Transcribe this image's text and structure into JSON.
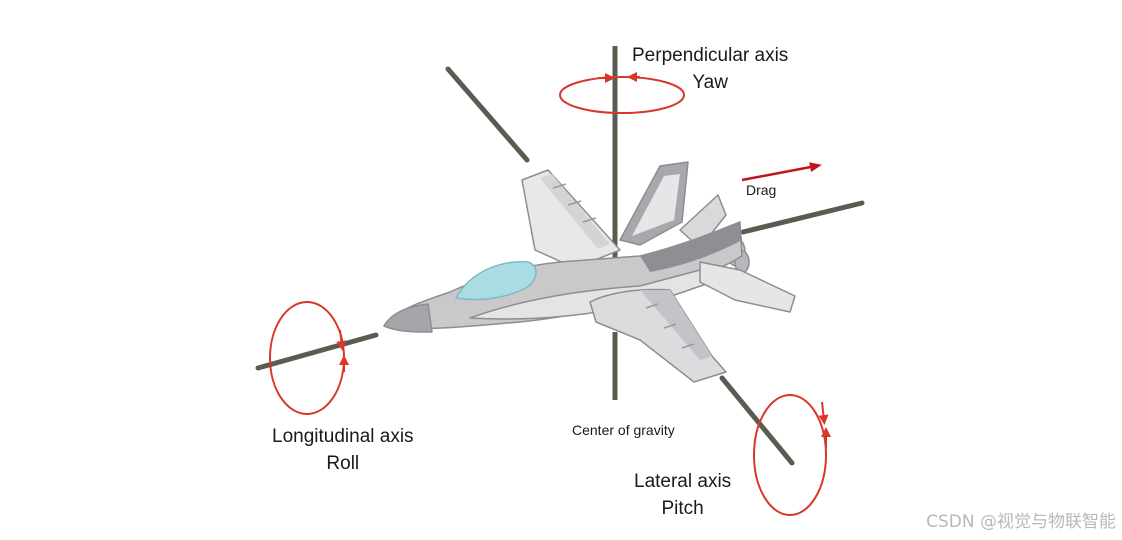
{
  "labels": {
    "yaw": {
      "line1": "Perpendicular axis",
      "line2": "Yaw"
    },
    "drag": "Drag",
    "roll": {
      "line1": "Longitudinal axis",
      "line2": "Roll"
    },
    "center": "Center of gravity",
    "pitch": {
      "line1": "Lateral axis",
      "line2": "Pitch"
    }
  },
  "watermark": "CSDN @视觉与物联智能",
  "colors": {
    "axis": "#5b5b52",
    "arrow": "#d8372a",
    "drag_arrow": "#c0141c",
    "fuselage": "#c9c9cb",
    "fuselage_light": "#e6e6e8",
    "fuselage_dark": "#8e8e92",
    "canopy": "#a9dde3"
  }
}
